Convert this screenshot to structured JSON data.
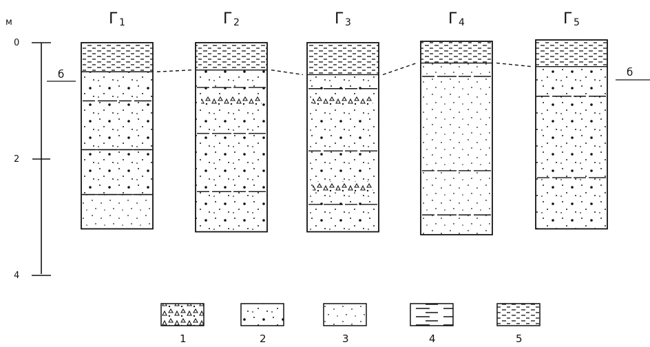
{
  "scale": {
    "unit": "м",
    "ticks": [
      {
        "value": 0,
        "label": "0"
      },
      {
        "value": 2,
        "label": "2"
      },
      {
        "value": 4,
        "label": "4"
      }
    ],
    "max_depth": 4
  },
  "marker_label": "б",
  "columns": [
    {
      "letter": "Г",
      "index": "1",
      "boundaries": [
        1.0,
        1.84,
        2.61
      ],
      "layers": [
        {
          "from": 0,
          "to": 0.5,
          "type": "5"
        },
        {
          "from": 0.5,
          "to": 1.84,
          "type": "2"
        },
        {
          "from": 1.84,
          "to": 2.61,
          "type": "2"
        },
        {
          "from": 2.61,
          "to": 3.2,
          "type": "3"
        }
      ]
    },
    {
      "letter": "Г",
      "index": "2",
      "boundaries": [
        0.77,
        1.56,
        2.56
      ],
      "layers": [
        {
          "from": 0,
          "to": 0.47,
          "type": "5"
        },
        {
          "from": 0.47,
          "to": 3.25,
          "type": "2"
        }
      ],
      "gravel_lens": {
        "depth": 1.0
      }
    },
    {
      "letter": "Г",
      "index": "3",
      "boundaries": [
        0.79,
        1.86,
        2.78
      ],
      "layers": [
        {
          "from": 0,
          "to": 0.55,
          "type": "5"
        },
        {
          "from": 0.55,
          "to": 3.25,
          "type": "2"
        }
      ],
      "gravel_lens": {
        "depth": 1.0
      },
      "gravel_lens_2": {
        "depth": 2.48
      }
    },
    {
      "letter": "Г",
      "index": "4",
      "boundaries": [
        0.58,
        2.2,
        2.96
      ],
      "layers": [
        {
          "from": 0,
          "to": 0.35,
          "type": "5"
        },
        {
          "from": 0.35,
          "to": 3.3,
          "type": "3"
        }
      ]
    },
    {
      "letter": "Г",
      "index": "5",
      "boundaries": [
        0.92,
        2.32
      ],
      "layers": [
        {
          "from": 0,
          "to": 0.41,
          "type": "5"
        },
        {
          "from": 0.41,
          "to": 3.2,
          "type": "2"
        }
      ]
    }
  ],
  "marker_depths": [
    0.5,
    0.47,
    0.55,
    0.35,
    0.41
  ],
  "legend": [
    {
      "number": "1",
      "pattern": "gravel"
    },
    {
      "number": "2",
      "pattern": "coarse-sand"
    },
    {
      "number": "3",
      "pattern": "fine-sand"
    },
    {
      "number": "4",
      "pattern": "clay"
    },
    {
      "number": "5",
      "pattern": "loam"
    }
  ],
  "colors": {
    "ink": "#111111",
    "paper": "#ffffff"
  }
}
